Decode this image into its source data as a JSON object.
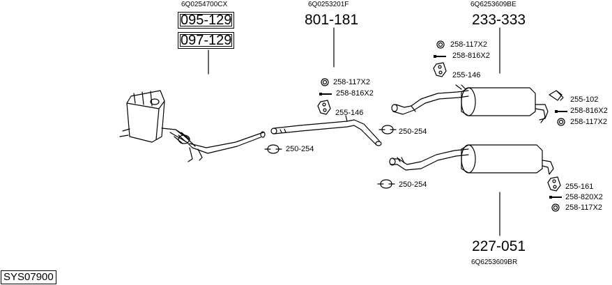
{
  "diagram_id": "SYS07900",
  "parts": {
    "front": {
      "oe": "6Q0254700CX",
      "numbers": [
        "095-129",
        "097-129"
      ],
      "clamp": "250-254"
    },
    "middle": {
      "oe": "6Q0253201F",
      "number": "801-181",
      "ring": "258-117X2",
      "bolt": "258-816X2",
      "hanger": "255-146",
      "clamp": "250-254"
    },
    "rear_upper": {
      "oe": "6Q6253609BE",
      "number": "233-333",
      "ring": "258-117X2",
      "bolt": "258-816X2",
      "hanger": "255-146",
      "bracket": "255-102",
      "bolt_right": "258-816X2",
      "ring_right": "258-117X2"
    },
    "rear_lower": {
      "oe": "6Q6253609BR",
      "number": "227-051",
      "clamp": "250-254",
      "hanger": "255-161",
      "bolt": "258-820X2",
      "ring": "258-117X2"
    }
  },
  "colors": {
    "line": "#000000",
    "background": "#ffffff"
  }
}
